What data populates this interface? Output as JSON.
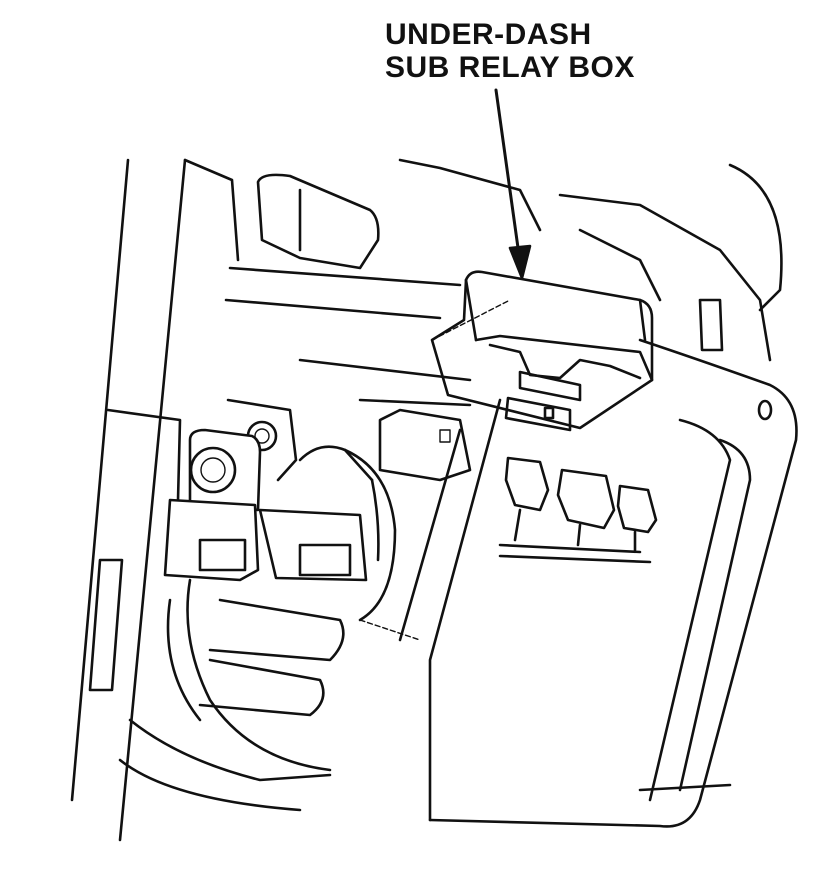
{
  "diagram": {
    "callout": {
      "line1": "UNDER-DASH",
      "line2": "SUB RELAY BOX"
    },
    "components": [
      {
        "name": "under-dash-sub-relay-box",
        "pointed_by_arrow": true
      },
      {
        "name": "connectors",
        "count": 3
      },
      {
        "name": "wire-harness"
      },
      {
        "name": "dash-panel"
      }
    ],
    "colors": {
      "line": "#111111",
      "background": "#ffffff"
    }
  }
}
